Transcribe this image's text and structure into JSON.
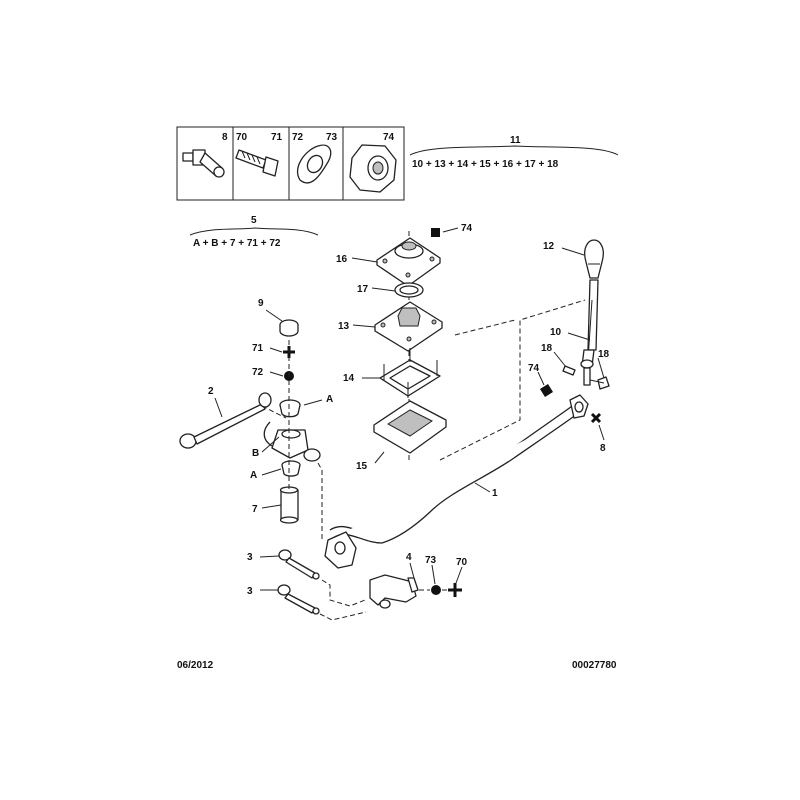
{
  "kits": {
    "kit_box_labels": [
      "8",
      "70",
      "71",
      "72",
      "73",
      "74"
    ],
    "kit_11": {
      "label": "11",
      "formula": "10 + 13 + 14 + 15 + 16 + 17 + 18"
    },
    "kit_5": {
      "label": "5",
      "formula": "A + B + 7 + 71 + 72"
    }
  },
  "callouts": {
    "c74_top": "74",
    "c16": "16",
    "c17": "17",
    "c13": "13",
    "c14": "14",
    "c15": "15",
    "c12": "12",
    "c10": "10",
    "c18_left": "18",
    "c18_right": "18",
    "c74_right": "74",
    "c8": "8",
    "c1": "1",
    "c9": "9",
    "c71": "71",
    "c72": "72",
    "c2": "2",
    "cA_top": "A",
    "cB": "B",
    "cA_bottom": "A",
    "c7": "7",
    "c3_top": "3",
    "c3_bottom": "3",
    "c4": "4",
    "c73": "73",
    "c70": "70"
  },
  "footer": {
    "date": "06/2012",
    "reference": "00027780"
  }
}
